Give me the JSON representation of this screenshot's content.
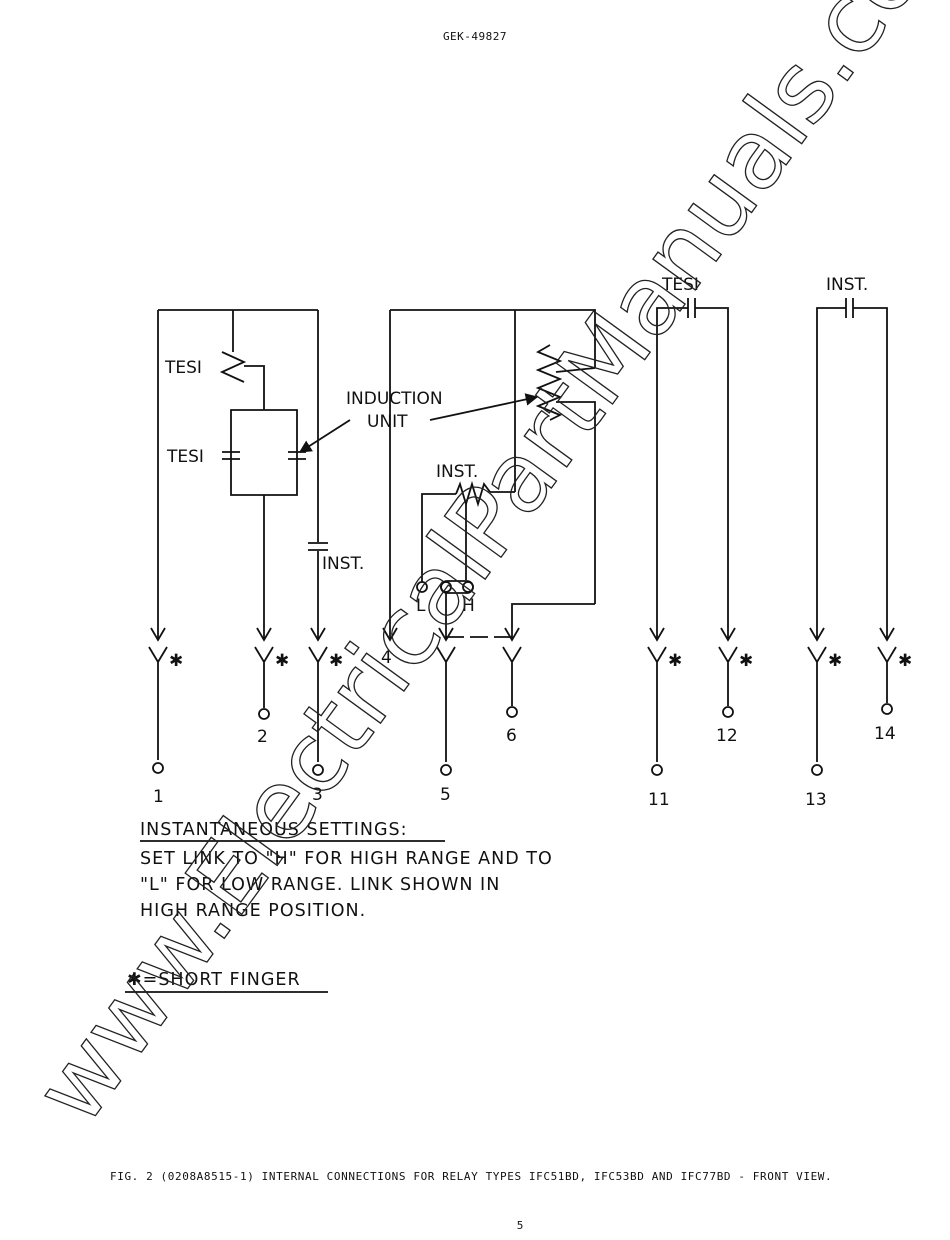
{
  "document": {
    "header": "GEK-49827",
    "caption": "FIG. 2 (0208A8515-1) INTERNAL CONNECTIONS FOR RELAY TYPES IFC51BD, IFC53BD AND IFC77BD - FRONT VIEW.",
    "page_number": "5"
  },
  "diagram": {
    "labels": {
      "tesi_coil": "TESI",
      "tesi_contact": "TESI",
      "induction": "INDUCTION",
      "unit": "UNIT",
      "inst_left": "INST.",
      "inst_res": "INST.",
      "tesi_right": "TESI",
      "inst_right": "INST.",
      "link_l": "L",
      "link_h": "H"
    },
    "terminals": {
      "t1": "1",
      "t2": "2",
      "t3": "3",
      "t4": "4",
      "t5": "5",
      "t6": "6",
      "t11": "11",
      "t12": "12",
      "t13": "13",
      "t14": "14"
    },
    "finger_marks": [
      "✱",
      "✱",
      "✱",
      "✱",
      "✱",
      "✱",
      "✱"
    ],
    "notes": {
      "title": "INSTANTANEOUS SETTINGS:",
      "line1": "SET LINK TO \"H\" FOR HIGH RANGE AND TO",
      "line2": "\"L\" FOR LOW RANGE. LINK SHOWN IN",
      "line3": "HIGH RANGE POSITION.",
      "legend": "✱=SHORT FINGER"
    }
  },
  "watermark": "www.ElectricalPartManuals.com"
}
